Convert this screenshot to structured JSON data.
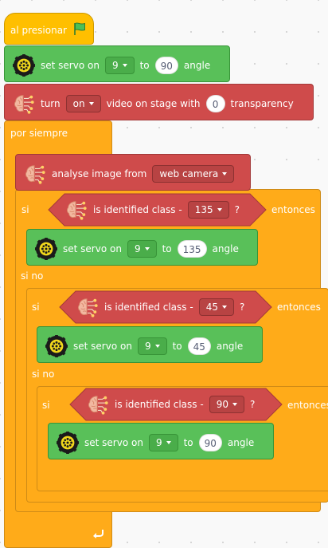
{
  "hat": {
    "label": "al presionar",
    "icon": "green-flag-icon"
  },
  "servo_main": {
    "prefix": "set servo on",
    "pin": "9",
    "to": "to",
    "value": "90",
    "suffix": "angle"
  },
  "video": {
    "prefix": "turn",
    "mode": "on",
    "middle": "video on stage with",
    "value": "0",
    "suffix": "transparency"
  },
  "forever": {
    "label": "por siempre"
  },
  "analyse": {
    "prefix": "analyse image from",
    "source": "web camera"
  },
  "if1": {
    "si": "si",
    "cond": "is identified class -",
    "class": "135",
    "q": "?",
    "then": "entonces",
    "else": "si no"
  },
  "servo1": {
    "prefix": "set servo on",
    "pin": "9",
    "to": "to",
    "value": "135",
    "suffix": "angle"
  },
  "if2": {
    "si": "si",
    "cond": "is identified class -",
    "class": "45",
    "q": "?",
    "then": "entonces",
    "else": "si no"
  },
  "servo2": {
    "prefix": "set servo on",
    "pin": "9",
    "to": "to",
    "value": "45",
    "suffix": "angle"
  },
  "if3": {
    "si": "si",
    "cond": "is identified class -",
    "class": "90",
    "q": "?",
    "then": "entonces"
  },
  "servo3": {
    "prefix": "set servo on",
    "pin": "9",
    "to": "to",
    "value": "90",
    "suffix": "angle"
  },
  "icons": {
    "servo": "servo-gear-icon",
    "brain": "ai-brain-icon",
    "loop": "loop-arrow-icon",
    "dropdown": "caret-down-icon"
  },
  "colors": {
    "motion": "#59C059",
    "ai": "#CF4B4B",
    "control": "#FFAB19",
    "events": "#FFBF00"
  }
}
